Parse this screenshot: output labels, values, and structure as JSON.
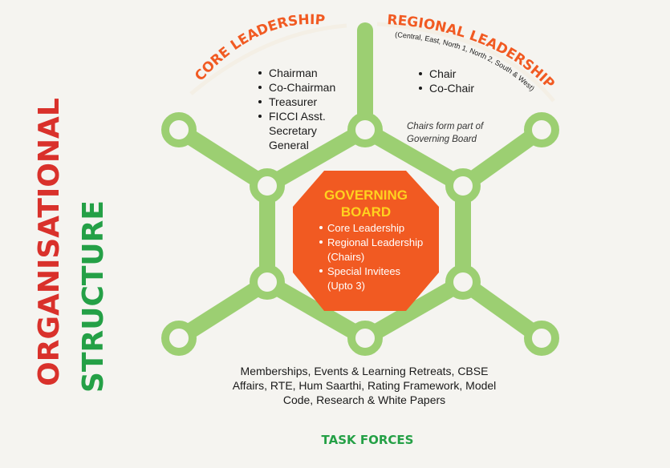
{
  "title": {
    "line1": "ORGANISATIONAL",
    "line2": "STRUCTURE"
  },
  "core_leadership": {
    "heading": "CORE LEADERSHIP",
    "items": [
      "Chairman",
      "Co-Chairman",
      "Treasurer",
      "FICCI Asst.",
      "Secretary",
      "General"
    ]
  },
  "regional_leadership": {
    "heading": "REGIONAL LEADERSHIP",
    "subheading": "(Central, East, North 1, North 2, South & West)",
    "items": [
      "Chair",
      "Co-Chair"
    ],
    "note_line1": "Chairs form part of",
    "note_line2": "Governing Board"
  },
  "governing_board": {
    "heading_line1": "GOVERNING",
    "heading_line2": "BOARD",
    "items": [
      "Core Leadership",
      "Regional Leadership",
      "(Chairs)",
      "Special Invitees",
      "(Upto 3)"
    ]
  },
  "task_forces": {
    "line1": "Memberships, Events & Learning Retreats, CBSE",
    "line2": "Affairs, RTE, Hum Saarthi, Rating Framework, Model",
    "line3": "Code, Research & White Papers",
    "label": "TASK FORCES"
  },
  "colors": {
    "red": "#d9312b",
    "green": "#24a046",
    "orange": "#f15a22",
    "light_green": "#9ccf72",
    "yellow": "#ffd21f"
  }
}
